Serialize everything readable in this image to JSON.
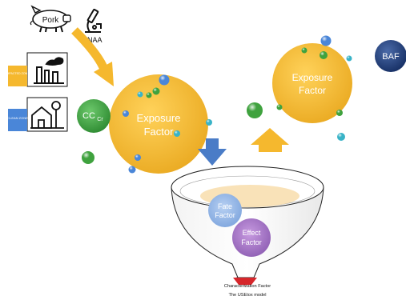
{
  "colors": {
    "exposure": "#f5b82e",
    "exposure_dark": "#e0a11c",
    "ccr": "#3aa13d",
    "baf": "#1f3f7a",
    "fate": "#8fb4e6",
    "effect": "#a474c2",
    "down_arrow": "#4a7cc7",
    "up_arrow": "#f5b82e",
    "pork_arrow": "#f5b82e",
    "outlet": "#d6262b",
    "bubble_blue": "#4a86d8",
    "bubble_green": "#3fa23e",
    "bubble_cyan": "#39b3c7",
    "impacted_zone": "#f5b82e",
    "clean_zone": "#4a86d8"
  },
  "icons": {
    "pork": "pig-icon",
    "inaa": "microscope-icon",
    "impacted": "factory-icon",
    "clean": "house-tree-icon"
  },
  "labels": {
    "pork": "Pork",
    "inaa": "INAA",
    "impacted_zone": "IMPACTED ZONE",
    "clean_zone": "CLEAN ZONE",
    "ccr_main": "CC",
    "ccr_sub": "Cr",
    "exposure_left_1": "Exposure",
    "exposure_left_2": "Factor",
    "exposure_right_1": "Exposure",
    "exposure_right_2": "Factor",
    "baf": "BAF",
    "fate_1": "Fate",
    "fate_2": "Factor",
    "effect_1": "Effect",
    "effect_2": "Factor",
    "cf": "Characterization Factor",
    "model": "The USEtox model"
  }
}
